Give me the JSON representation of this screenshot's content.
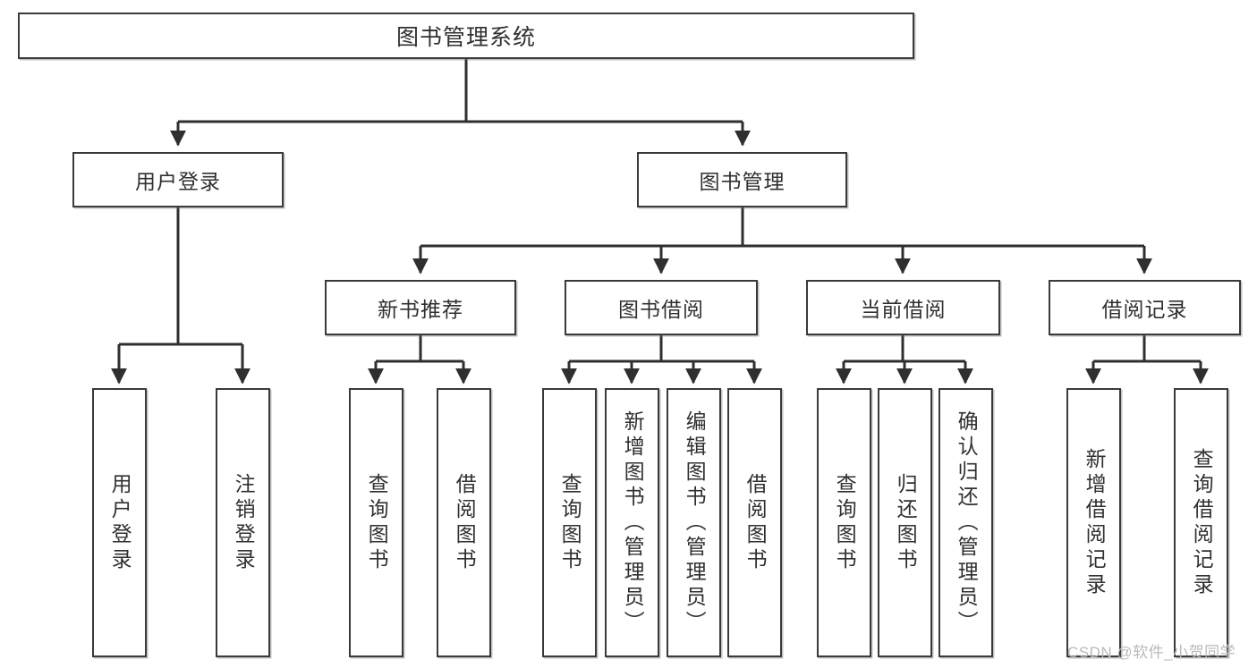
{
  "diagram": {
    "type": "tree",
    "title": "图书管理系统",
    "watermark": "CSDN @软件_小贺同学",
    "colors": {
      "box_border": "#3a3a3a",
      "box_fill": "#ffffff",
      "text": "#303030",
      "edge": "#2f2f2f",
      "watermark": "#b9b9b9"
    },
    "nodes": {
      "root": {
        "label": "图书管理系统"
      },
      "level2": [
        {
          "id": "user-login",
          "label": "用户登录"
        },
        {
          "id": "book-manage",
          "label": "图书管理"
        }
      ],
      "level3": [
        {
          "id": "new-book-recommend",
          "label": "新书推荐"
        },
        {
          "id": "book-borrow",
          "label": "图书借阅"
        },
        {
          "id": "current-borrow",
          "label": "当前借阅"
        },
        {
          "id": "borrow-record",
          "label": "借阅记录"
        }
      ],
      "leaves": {
        "user_login": [
          {
            "id": "leaf-user-login",
            "label": "用户登录"
          },
          {
            "id": "leaf-logout",
            "label": "注销登录"
          }
        ],
        "new_book_recommend": [
          {
            "id": "leaf-query-book-1",
            "label": "查询图书"
          },
          {
            "id": "leaf-borrow-book-1",
            "label": "借阅图书"
          }
        ],
        "book_borrow": [
          {
            "id": "leaf-query-book-2",
            "label": "查询图书"
          },
          {
            "id": "leaf-add-book",
            "label": "新增图书（管理员）"
          },
          {
            "id": "leaf-edit-book",
            "label": "编辑图书（管理员）"
          },
          {
            "id": "leaf-borrow-book-2",
            "label": "借阅图书"
          }
        ],
        "current_borrow": [
          {
            "id": "leaf-query-book-3",
            "label": "查询图书"
          },
          {
            "id": "leaf-return-book",
            "label": "归还图书"
          },
          {
            "id": "leaf-confirm-return",
            "label": "确认归还（管理员）"
          }
        ],
        "borrow_record": [
          {
            "id": "leaf-add-record",
            "label": "新增借阅记录"
          },
          {
            "id": "leaf-query-record",
            "label": "查询借阅记录"
          }
        ]
      }
    }
  }
}
